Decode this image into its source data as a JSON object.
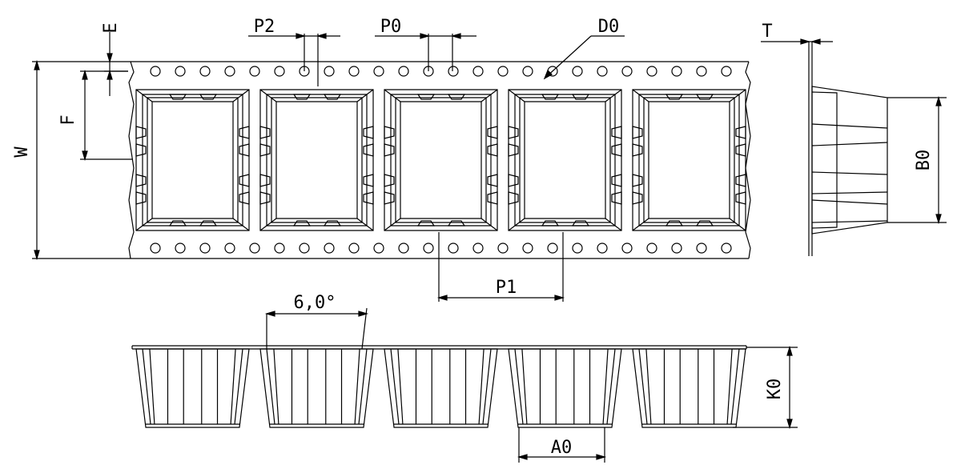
{
  "drawing": {
    "type": "carrier-tape-technical-drawing",
    "pockets_per_view": 5,
    "sprocket_holes_per_row": 24,
    "labels": {
      "E": "E",
      "P2": "P2",
      "P0": "P0",
      "D0": "D0",
      "T": "T",
      "F": "F",
      "W": "W",
      "B0": "B0",
      "P1": "P1",
      "angle": "6,0°",
      "K0": "K0",
      "A0": "A0"
    }
  }
}
